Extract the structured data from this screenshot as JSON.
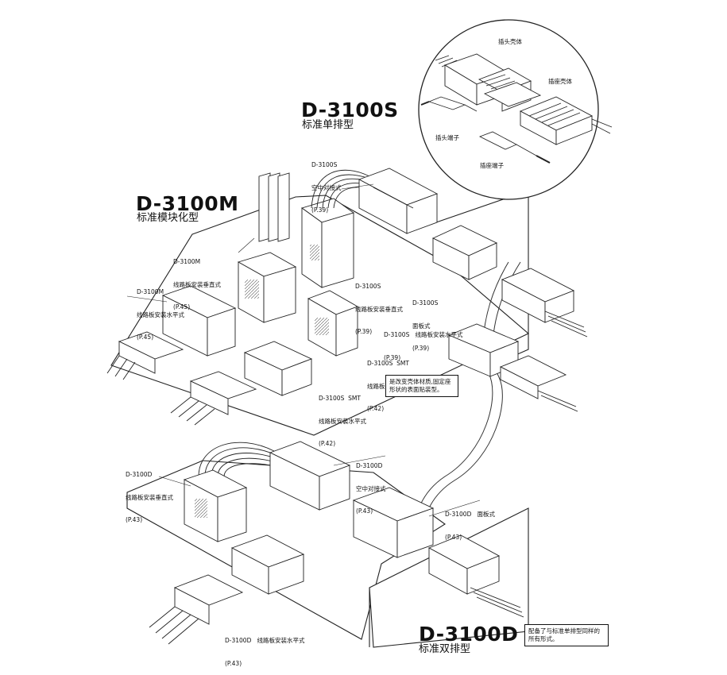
{
  "series": {
    "s": {
      "title": "D-3100S",
      "subtitle": "标准单排型"
    },
    "m": {
      "title": "D-3100M",
      "subtitle": "标准模块化型"
    },
    "d": {
      "title": "D-3100D",
      "subtitle": "标准双排型"
    }
  },
  "inset": {
    "plug_housing": "插头壳体",
    "receptacle_housing": "插座壳体",
    "plug_terminal": "插头端子",
    "receptacle_terminal": "插座端子"
  },
  "labels": {
    "s_air": {
      "name": "D-3100S",
      "desc": "空中对接式",
      "page": "(P.39)"
    },
    "s_vertical": {
      "name": "D-3100S",
      "desc": "线路板安装垂直式",
      "page": "(P.39)"
    },
    "s_panel": {
      "name": "D-3100S",
      "desc": "面板式",
      "page": "(P.39)"
    },
    "s_horizontal": {
      "name": "D-3100S",
      "desc": "线路板安装水平式",
      "page": "(P.39)"
    },
    "s_smt": {
      "name": "D-3100S  SMT",
      "desc": "线路板安装垂直式",
      "page": "(P.42)"
    },
    "s_smt_h": {
      "name": "D-3100S  SMT",
      "desc": "线路板安装水平式",
      "page": "(P.42)"
    },
    "m_vertical": {
      "name": "D-3100M",
      "desc": "线路板安装垂直式",
      "page": "(P.45)"
    },
    "m_horizontal": {
      "name": "D-3100M",
      "desc": "线路板安装水平式",
      "page": "(P.45)"
    },
    "d_vertical": {
      "name": "D-3100D",
      "desc": "线路板安装垂直式",
      "page": "(P.43)"
    },
    "d_air": {
      "name": "D-3100D",
      "desc": "空中对接式",
      "page": "(P.43)"
    },
    "d_panel": {
      "name": "D-3100D",
      "desc": "面板式",
      "page": "(P.43)"
    },
    "d_horizontal": {
      "name": "D-3100D",
      "desc": "线路板安装水平式",
      "page": "(P.43)"
    }
  },
  "notes": {
    "smt_note": "是改变壳体材质,固定座形状的表面贴装型。",
    "d_note": "配备了与标准单排型同样的所有形式。"
  }
}
